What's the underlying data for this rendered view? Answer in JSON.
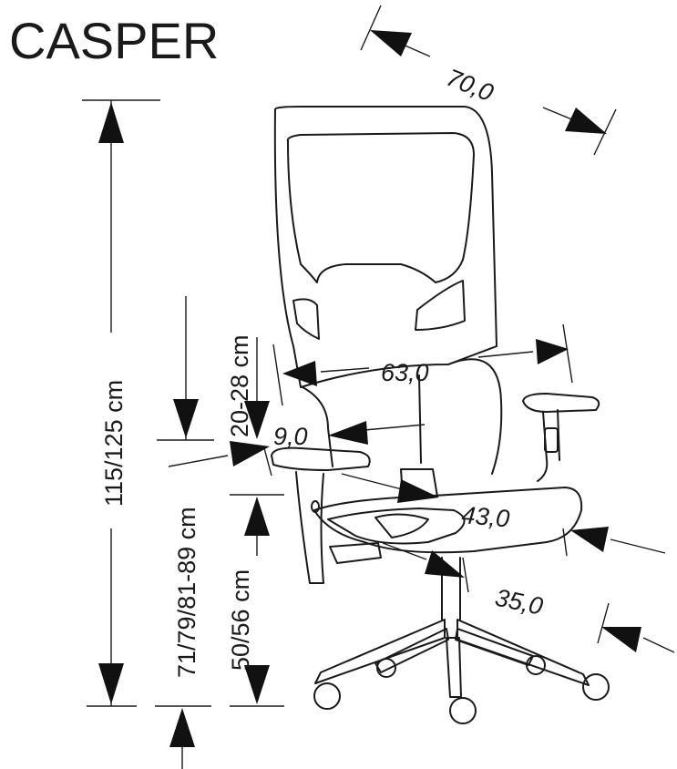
{
  "title": "CASPER",
  "dimensions": {
    "width": "70,0",
    "armrest_width": "63,0",
    "armrest_depth": "9,0",
    "seat_width": "43,0",
    "seat_depth": "35,0",
    "total_height": "115/125 cm",
    "armrest_height": "71/79/81-89 cm",
    "seat_height": "50/56 cm",
    "lumbar_height": "20-28 cm"
  }
}
